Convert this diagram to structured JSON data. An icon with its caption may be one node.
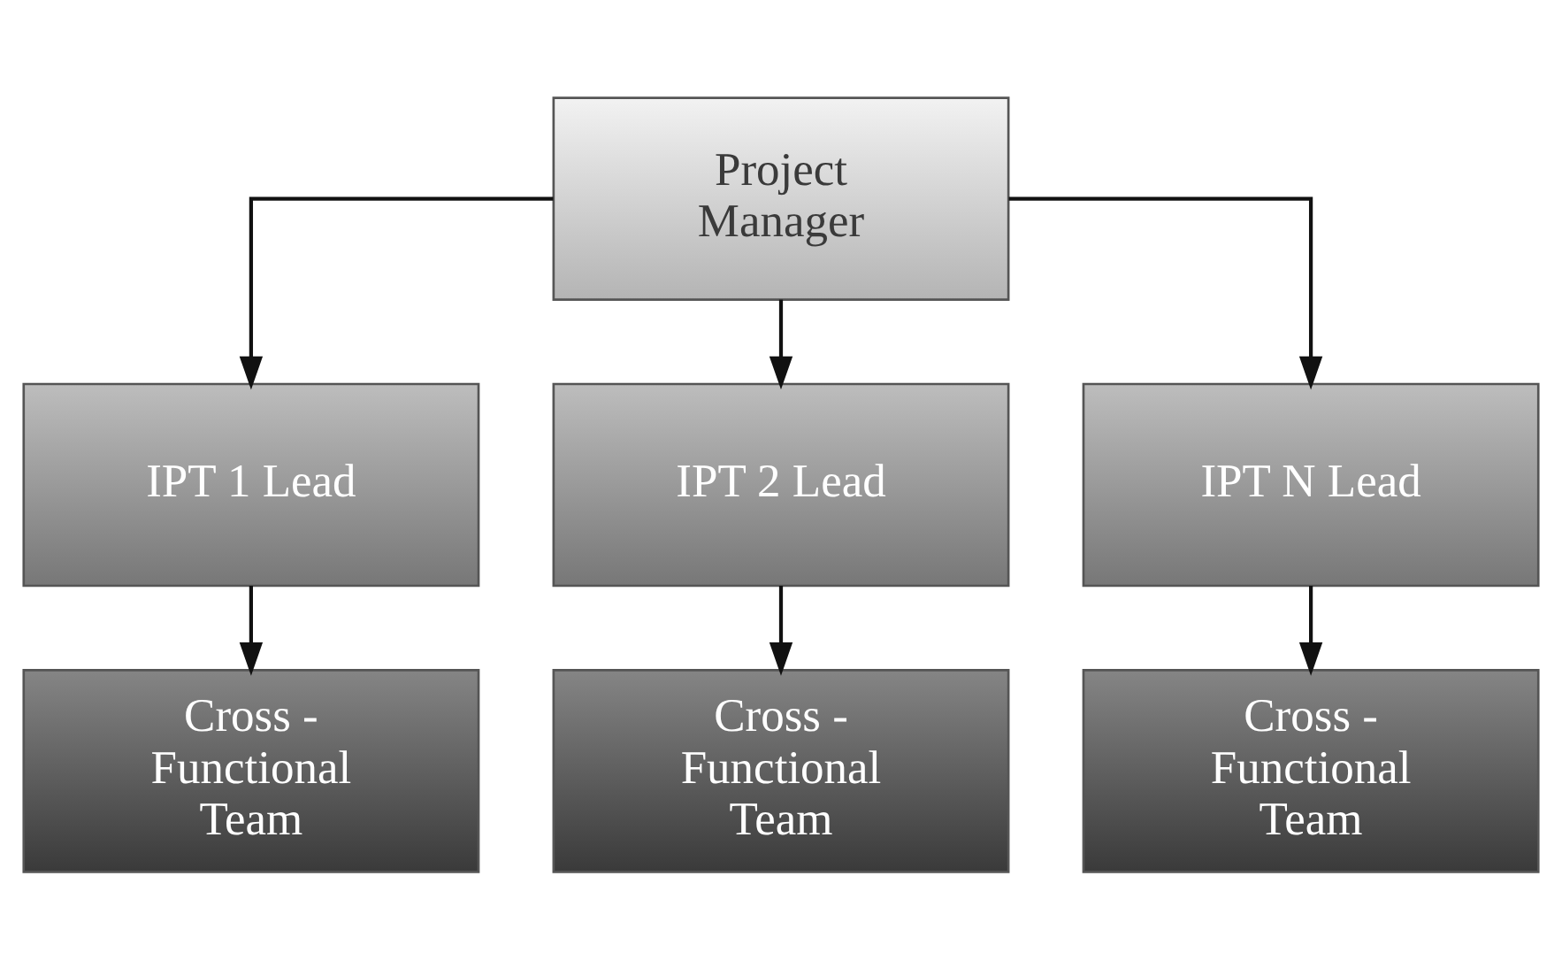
{
  "diagram": {
    "nodes": [
      {
        "text": [
          "Project Manager"
        ]
      },
      {
        "text": [
          "IPT 1 Lead"
        ]
      },
      {
        "text": [
          "IPT 2 Lead"
        ]
      },
      {
        "text": [
          "IPT N Lead"
        ]
      },
      {
        "text": [
          "Cross - Functional Team"
        ]
      },
      {
        "text": [
          "Cross - Functional Team"
        ]
      },
      {
        "text": [
          "Cross - Functional Team"
        ]
      }
    ],
    "edges": [
      {
        "from": 0,
        "to": 1,
        "arrow": "to"
      },
      {
        "from": 0,
        "to": 2,
        "arrow": "to"
      },
      {
        "from": 0,
        "to": 3,
        "arrow": "to"
      },
      {
        "from": 1,
        "to": 4,
        "arrow": "to"
      },
      {
        "from": 2,
        "to": 5,
        "arrow": "to"
      },
      {
        "from": 3,
        "to": 6,
        "arrow": "to"
      }
    ]
  }
}
